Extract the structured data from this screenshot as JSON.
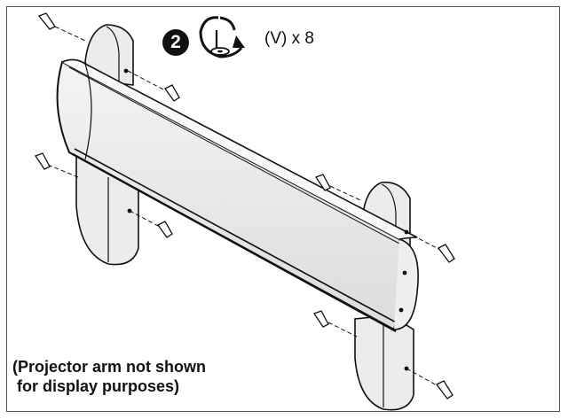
{
  "instruction": {
    "step_number": "2",
    "tool_icon": "rotate-tighten-icon",
    "quantity_text": "(V) x 8"
  },
  "caption": {
    "line1": "(Projector arm not shown",
    "line2": " for display purposes)"
  },
  "colors": {
    "outline": "#111111",
    "frame": "#555555",
    "background": "#ffffff",
    "shade": "#e6e6e6"
  }
}
